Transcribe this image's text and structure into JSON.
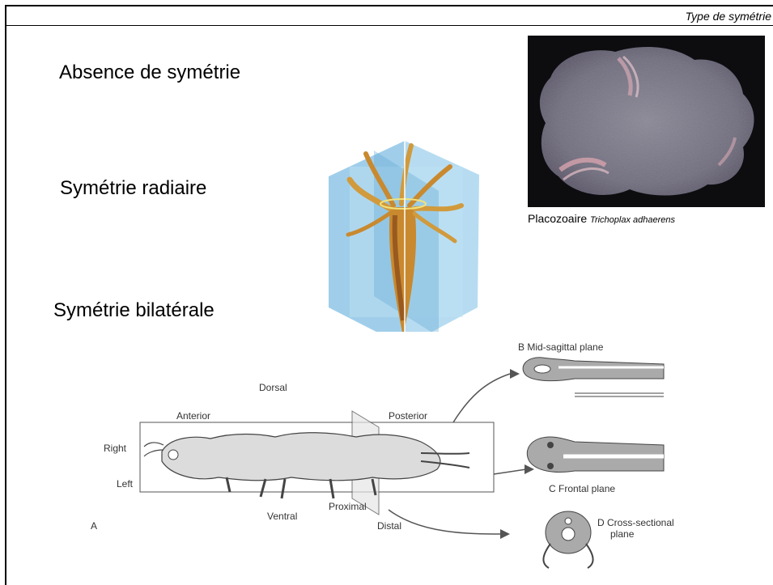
{
  "header": {
    "title": "Type de symétrie"
  },
  "headings": {
    "absence": "Absence de symétrie",
    "radiale": "Symétrie radiaire",
    "bilaterale": "Symétrie bilatérale"
  },
  "placozoa": {
    "caption_main": "Placozoaire",
    "caption_species": "Trichoplax adhaerens"
  },
  "diagram": {
    "panel_a": "A",
    "dorsal": "Dorsal",
    "anterior": "Anterior",
    "posterior": "Posterior",
    "right": "Right",
    "left": "Left",
    "ventral": "Ventral",
    "proximal": "Proximal",
    "distal": "Distal",
    "plane_b": "B  Mid-sagittal plane",
    "plane_c": "C  Frontal plane",
    "plane_d_line1": "D  Cross-sectional",
    "plane_d_line2": "plane"
  },
  "colors": {
    "placozoa_bg": "#0d0d10",
    "placozoa_body": "#7d7a8a",
    "plane_blue": "#8fc6e6",
    "plane_blue_dark": "#5fa6d0",
    "polyp_orange": "#c9892f",
    "diagram_bg": "#ffffff"
  }
}
